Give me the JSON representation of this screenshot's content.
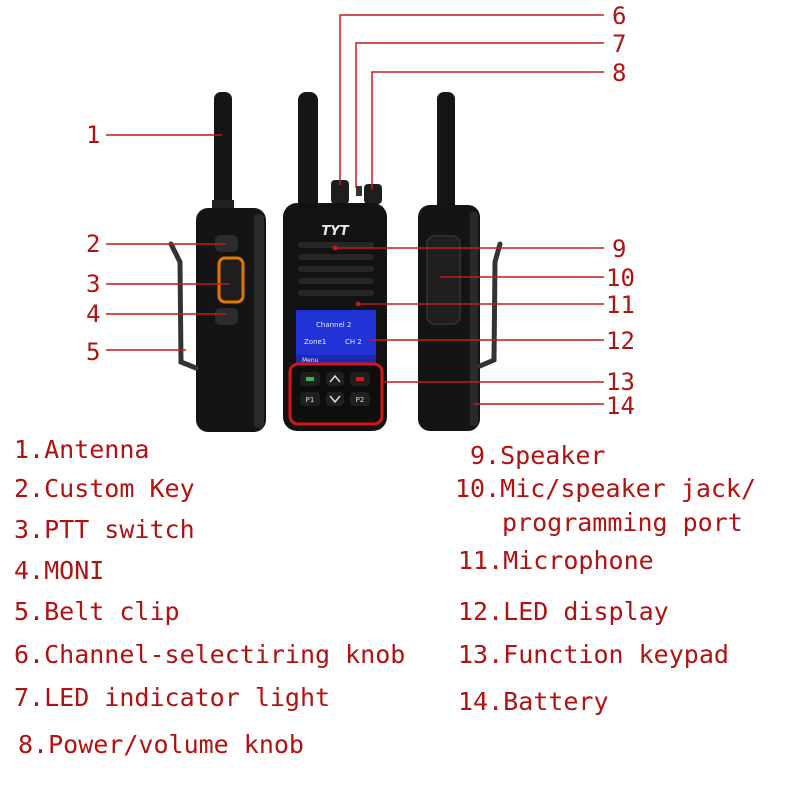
{
  "brand": "TYT",
  "screen": {
    "line1": "Channel 2",
    "line2": "Zone1",
    "line3": "CH 2",
    "footer": "Menu"
  },
  "keypad": {
    "f1": "P1",
    "f2": "P2"
  },
  "callouts": [
    "1",
    "2",
    "3",
    "4",
    "5",
    "6",
    "7",
    "8",
    "9",
    "10",
    "11",
    "12",
    "13",
    "14"
  ],
  "legend": {
    "left": [
      "1.Antenna",
      "2.Custom Key",
      "3.PTT switch",
      "4.MONI",
      "5.Belt clip",
      "6.Channel-selectiring knob",
      "7.LED indicator light",
      "8.Power/volume knob"
    ],
    "right": [
      "9.Speaker",
      "10.Mic/speaker jack/",
      "programming port",
      "11.Microphone",
      "12.LED display",
      "13.Function keypad",
      "14.Battery"
    ]
  },
  "colors": {
    "text": "#b01212",
    "leader": "#c41a1a",
    "body": "#111111",
    "screen": "#2233d6",
    "highlight": "#d81414"
  }
}
